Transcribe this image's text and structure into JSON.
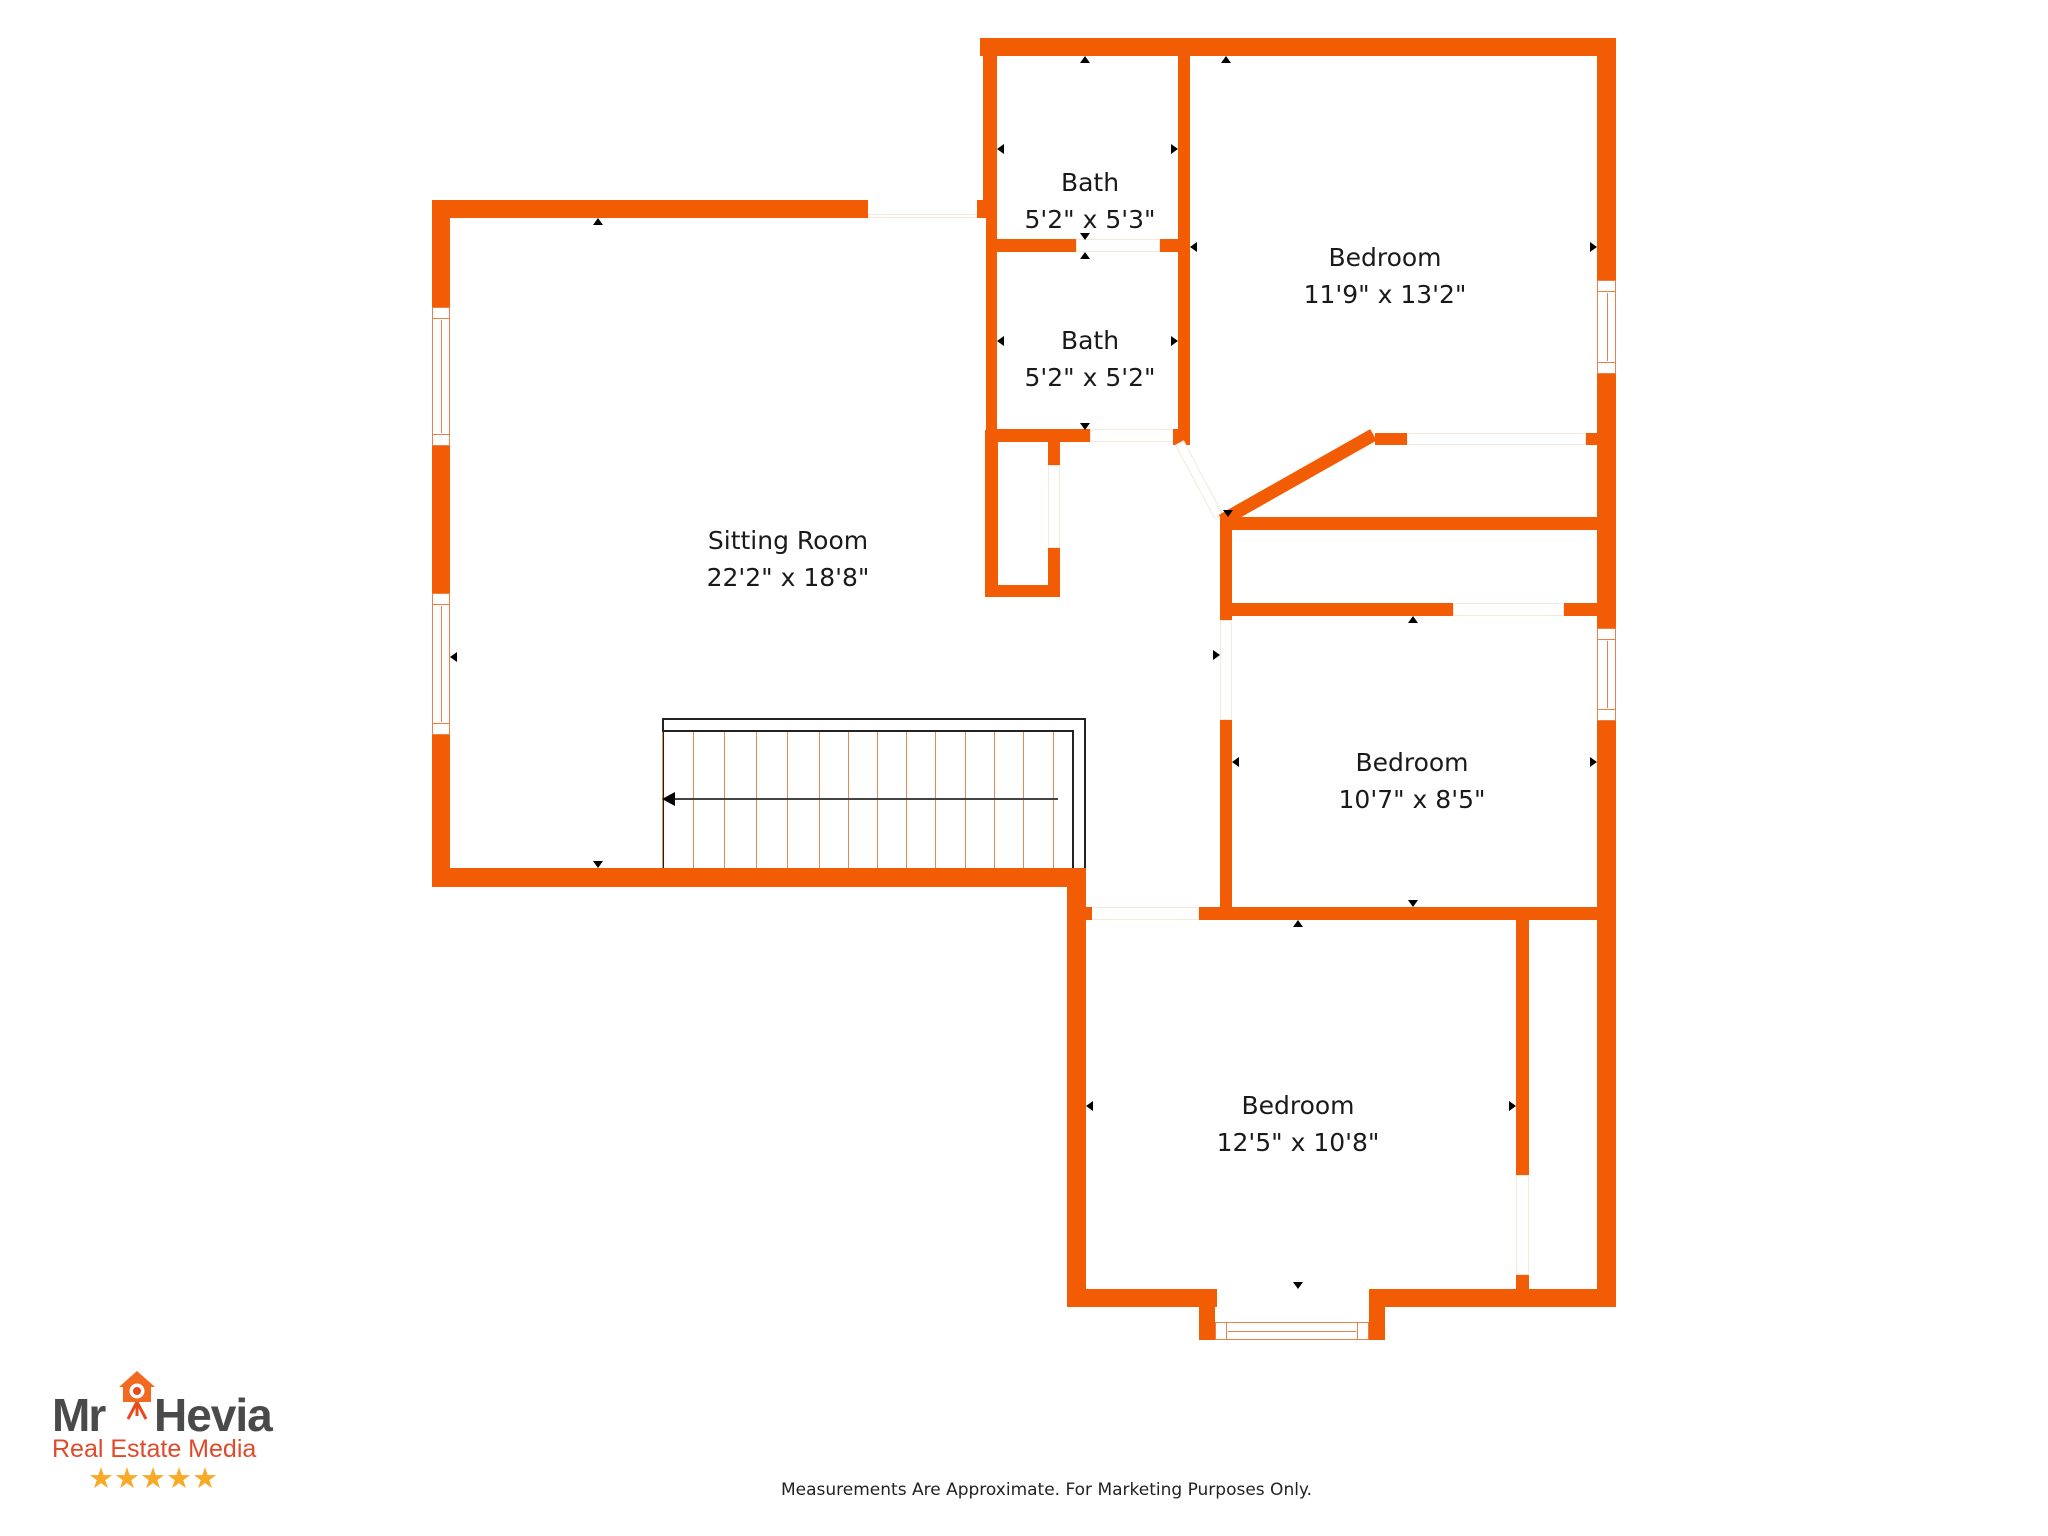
{
  "floorplan": {
    "wall_color": "#f25c05",
    "rooms": [
      {
        "name": "Sitting Room",
        "dimensions": "22'2\" x 18'8\""
      },
      {
        "name": "Bath",
        "dimensions": "5'2\" x 5'3\""
      },
      {
        "name": "Bath",
        "dimensions": "5'2\" x 5'2\""
      },
      {
        "name": "Bedroom",
        "dimensions": "11'9\" x 13'2\""
      },
      {
        "name": "Bedroom",
        "dimensions": "10'7\" x 8'5\""
      },
      {
        "name": "Bedroom",
        "dimensions": "12'5\" x 10'8\""
      }
    ]
  },
  "logo": {
    "brand_left": "Mr",
    "brand_right": "Hevia",
    "tagline": "Real Estate Media",
    "stars": "★★★★★",
    "icon": "house-camera-icon",
    "brand_color": "#4a4a4a",
    "accent_color": "#e04a2a",
    "star_color": "#f7a928"
  },
  "footer": {
    "disclaimer": "Measurements Are Approximate. For Marketing Purposes Only."
  }
}
